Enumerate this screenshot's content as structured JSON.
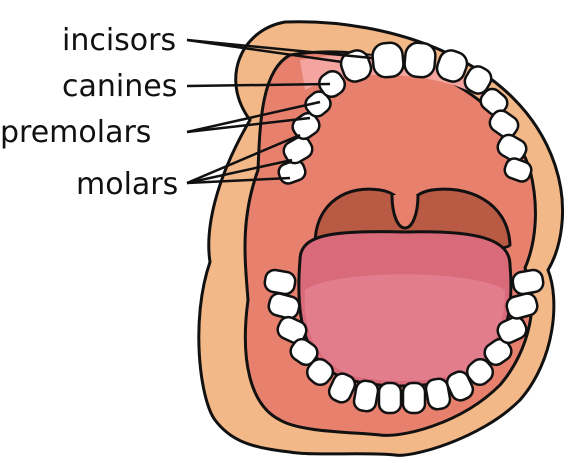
{
  "labels": {
    "incisors": "incisors",
    "canines": "canines",
    "premolars": "premolars",
    "molars": "molars"
  },
  "colors": {
    "outline": "#111111",
    "lip": "#f3b888",
    "lip_inner": "#f0a883",
    "mouth_interior": "#e8806e",
    "dark_cavity": "#b85a44",
    "tongue": "#d96a7a",
    "tongue_front": "#e88a9a",
    "gum": "#f4a5a0",
    "tooth": "#ffffff"
  }
}
